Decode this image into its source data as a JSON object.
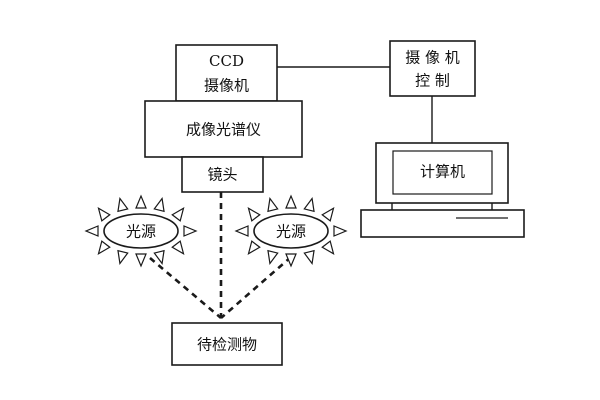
{
  "nodes": {
    "ccd_camera": {
      "line1": "CCD",
      "line2": "摄像机"
    },
    "camera_control": {
      "line1": "摄 像 机",
      "line2": "控  制"
    },
    "imaging_spectrometer": {
      "label": "成像光谱仪"
    },
    "lens": {
      "label": "镜头"
    },
    "computer": {
      "label": "计算机"
    },
    "light_source_left": {
      "label": "光源"
    },
    "light_source_right": {
      "label": "光源"
    },
    "object_under_test": {
      "label": "待检测物"
    }
  }
}
